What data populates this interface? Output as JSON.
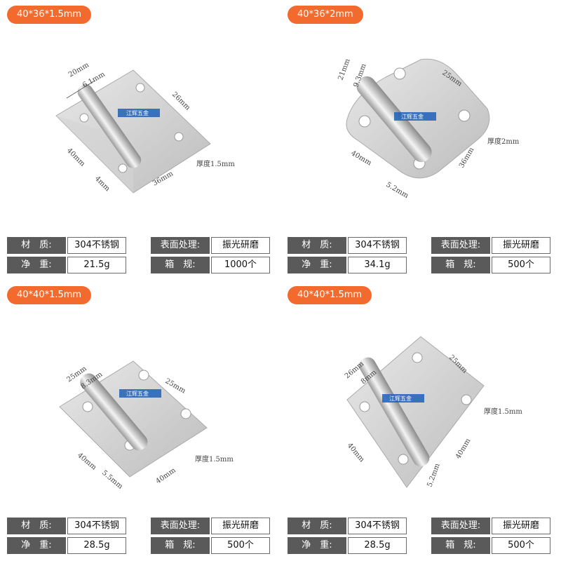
{
  "products": [
    {
      "size": "40*36*1.5mm",
      "dims": {
        "top1": "20mm",
        "top2": "6.1mm",
        "right1": "26mm",
        "left": "40mm",
        "small": "4mm",
        "bottom": "36mm",
        "thick": "厚度1.5mm"
      },
      "specs": {
        "material_label": "材　质:",
        "material": "304不锈钢",
        "weight_label": "净　重:",
        "weight": "21.5g",
        "finish_label": "表面处理:",
        "finish": "振光研磨",
        "box_label": "箱　规:",
        "box": "1000个"
      }
    },
    {
      "size": "40*36*2mm",
      "dims": {
        "top1": "21mm",
        "top2": "9.3mm",
        "right1": "25mm",
        "left": "40mm",
        "small": "5.2mm",
        "bottom": "36mm",
        "thick": "厚度2mm"
      },
      "specs": {
        "material_label": "材　质:",
        "material": "304不锈钢",
        "weight_label": "净　重:",
        "weight": "34.1g",
        "finish_label": "表面处理:",
        "finish": "振光研磨",
        "box_label": "箱　规:",
        "box": "500个"
      }
    },
    {
      "size": "40*40*1.5mm",
      "dims": {
        "top1": "25mm",
        "top2": "8.3mm",
        "right1": "25mm",
        "left": "40mm",
        "small": "5.5mm",
        "bottom": "40mm",
        "thick": "厚度1.5mm"
      },
      "specs": {
        "material_label": "材　质:",
        "material": "304不锈钢",
        "weight_label": "净　重:",
        "weight": "28.5g",
        "finish_label": "表面处理:",
        "finish": "振光研磨",
        "box_label": "箱　规:",
        "box": "500个"
      }
    },
    {
      "size": "40*40*1.5mm",
      "dims": {
        "top1": "26mm",
        "top2": "8mm",
        "right1": "25mm",
        "left": "40mm",
        "small": "5.2mm",
        "bottom": "40mm",
        "thick": "厚度1.5mm"
      },
      "specs": {
        "material_label": "材　质:",
        "material": "304不锈钢",
        "weight_label": "净　重:",
        "weight": "28.5g",
        "finish_label": "表面处理:",
        "finish": "振光研磨",
        "box_label": "箱　规:",
        "box": "500个"
      }
    }
  ],
  "logo_text": "江辉五金",
  "colors": {
    "badge": "#f26a2d",
    "label_bg": "#5a5a5a",
    "metal": "#c9c9c9"
  }
}
